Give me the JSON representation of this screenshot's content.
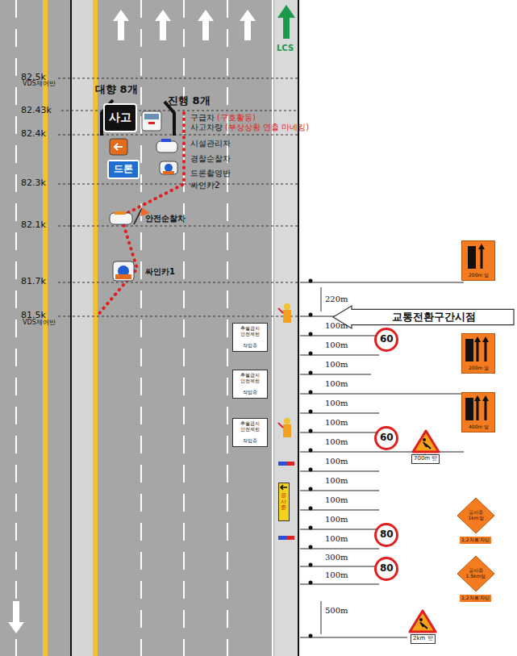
{
  "diagram": {
    "nodes": [
      {
        "text": [
          "사고"
        ]
      },
      {
        "text": [
          "드론"
        ]
      },
      {
        "text": [
          "교통전환구간시점"
        ]
      },
      {
        "text": [
          "추월금지 안전제한",
          "작업중"
        ]
      },
      {
        "text": [
          "추월금지 안전제한",
          "작업중"
        ]
      },
      {
        "text": [
          "추월금지 안전제한",
          "작업중"
        ]
      },
      {
        "text": [
          "60"
        ]
      },
      {
        "text": [
          "60"
        ]
      },
      {
        "text": [
          "80"
        ]
      },
      {
        "text": [
          "80"
        ]
      },
      {
        "text": [
          "200m 앞"
        ]
      },
      {
        "text": [
          "200m 앞"
        ]
      },
      {
        "text": [
          "400m 앞"
        ]
      },
      {
        "text": [
          "700m 앞"
        ]
      },
      {
        "text": [
          "공사중 1km앞",
          "1,2차로 차단"
        ]
      },
      {
        "text": [
          "공사중 1.5km앞",
          "1,2차로 차단"
        ]
      },
      {
        "text": [
          "2km 앞"
        ]
      },
      {
        "text": [
          "공사중"
        ]
      }
    ],
    "labels": [
      "82.5k",
      "VDS제어반",
      "82.43k",
      "82.4k",
      "82.3k",
      "82.1k",
      "81.7k",
      "81.5k",
      "VDS제어반",
      "LCS",
      "대향 8개",
      "진행 8개",
      "구급차",
      "(구호활동)",
      "사고차량",
      "(부상상황 연출 마네킹)",
      "시설관리차",
      "경찰순찰차",
      "드론촬영반",
      "싸인카2",
      "안전순찰차",
      "싸인카1",
      "220m",
      "100m",
      "100m",
      "100m",
      "100m",
      "100m",
      "100m",
      "100m",
      "100m",
      "100m",
      "100m",
      "100m",
      "100m",
      "300m",
      "100m",
      "500m"
    ]
  }
}
